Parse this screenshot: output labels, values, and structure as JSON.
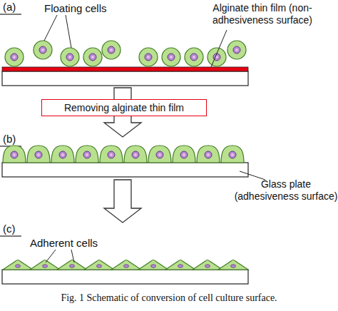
{
  "diagram": {
    "caption": "Fig. 1 Schematic of conversion of cell culture surface.",
    "nodes": [
      {
        "text": [
          "Removing alginate thin film"
        ]
      }
    ],
    "labels": [
      "(a)",
      "Floating cells",
      "Alginate thin film (non-adhesiveness surface)",
      "(b)",
      "Glass plate (adhesiveness surface)",
      "(c)",
      "Adherent cells"
    ]
  }
}
